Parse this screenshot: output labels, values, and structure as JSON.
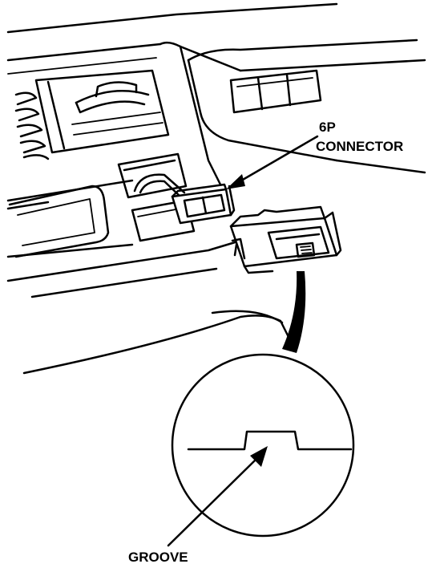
{
  "labels": {
    "connector_line1": "6P",
    "connector_line2": "CONNECTOR",
    "groove": "GROOVE"
  },
  "colors": {
    "ink": "#000000",
    "paper": "#ffffff"
  }
}
